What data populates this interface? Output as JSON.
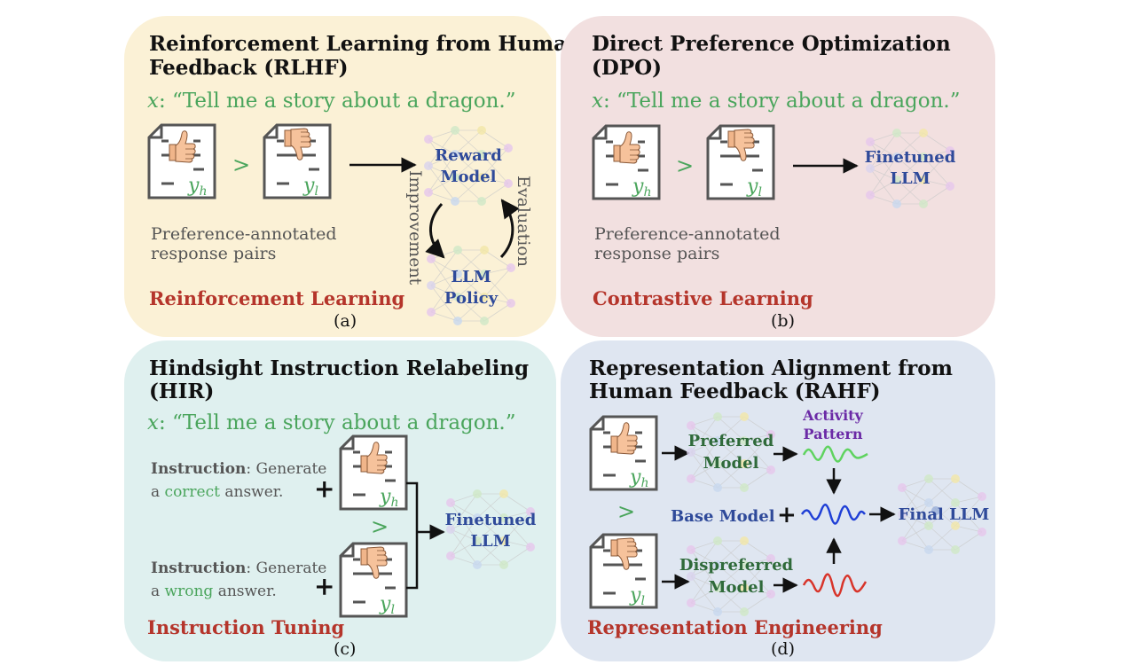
{
  "panels": {
    "a": {
      "title_line1": "Reinforcement Learning from Human",
      "title_line2": "Feedback (RLHF)",
      "prompt": "“Tell me a story about a dragon.”",
      "prompt_var": "x",
      "preference_line1": "Preference-annotated",
      "preference_line2": "response pairs",
      "reward_line1": "Reward",
      "reward_line2": "Model",
      "policy_line1": "LLM",
      "policy_line2": "Policy",
      "improvement": "Improvement",
      "evaluation": "Evaluation",
      "method": "Reinforcement Learning",
      "caption": "(a)"
    },
    "b": {
      "title_line1": "Direct Preference Optimization",
      "title_line2": "(DPO)",
      "prompt": "“Tell me a story about a dragon.”",
      "prompt_var": "x",
      "preference_line1": "Preference-annotated",
      "preference_line2": "response pairs",
      "model_line1": "Finetuned",
      "model_line2": "LLM",
      "method": "Contrastive Learning",
      "caption": "(b)"
    },
    "c": {
      "title_line1": "Hindsight Instruction Relabeling",
      "title_line2": "(HIR)",
      "prompt": "“Tell me a story about a dragon.”",
      "prompt_var": "x",
      "instr1_bold": "Instruction",
      "instr1_rest": ": Generate",
      "instr1_line2_pre": "a ",
      "instr1_word": "correct",
      "instr1_line2_post": " answer.",
      "instr2_bold": "Instruction",
      "instr2_rest": ": Generate",
      "instr2_line2_pre": "a ",
      "instr2_word": "wrong",
      "instr2_line2_post": " answer.",
      "model_line1": "Finetuned",
      "model_line2": "LLM",
      "method": "Instruction Tuning",
      "caption": "(c)"
    },
    "d": {
      "title_line1": "Representation Alignment from",
      "title_line2": "Human Feedback (RAHF)",
      "preferred_line1": "Preferred",
      "preferred_line2": "Model",
      "dispreferred_line1": "Dispreferred",
      "dispreferred_line2": "Model",
      "activity_line1": "Activity",
      "activity_line2": "Pattern",
      "base_model": "Base Model",
      "final_llm": "Final LLM",
      "method": "Representation Engineering",
      "caption": "(d)"
    }
  },
  "symbols": {
    "greater": ">",
    "plus": "+",
    "y_h": "y",
    "y_h_sub": "h",
    "y_l": "y",
    "y_l_sub": "l"
  },
  "colors": {
    "panel_a_bg": "#fbf1d6",
    "panel_b_bg": "#f2e0e0",
    "panel_c_bg": "#dff0ef",
    "panel_d_bg": "#dfe6f1",
    "prompt_green": "#4aa55c",
    "method_red": "#b5352b",
    "node_blue": "#2f4a9a",
    "wave_green": "#5fd35f",
    "wave_blue": "#1f3fd6",
    "wave_red": "#d8342a",
    "activity_purple": "#6b2aa6"
  },
  "icons": [
    "document-icon",
    "thumbs-up-icon",
    "thumbs-down-icon",
    "neural-network-icon",
    "wave-icon",
    "arrow-icon"
  ]
}
